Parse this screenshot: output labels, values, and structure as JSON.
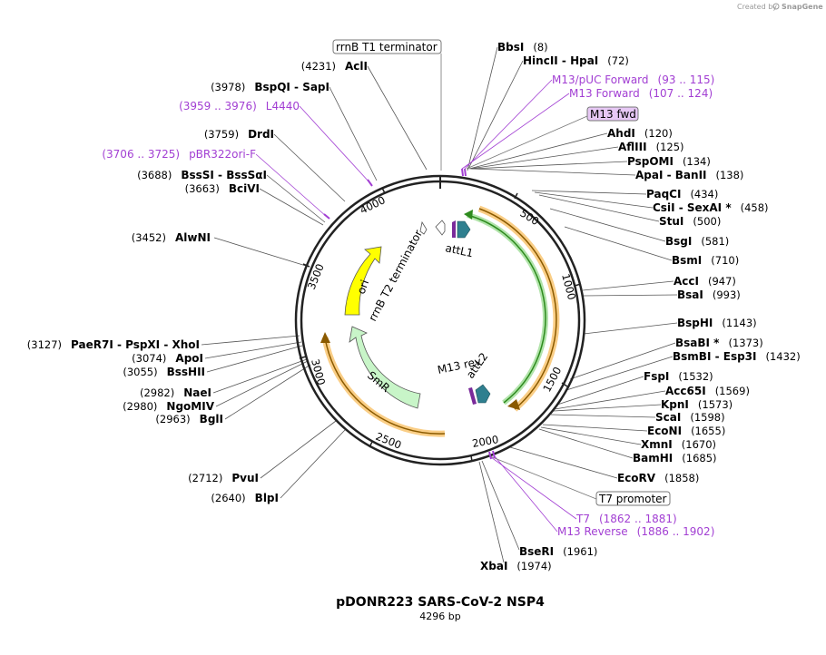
{
  "header": {
    "credit_prefix": "Created by",
    "credit_brand": "SnapGene"
  },
  "plasmid": {
    "name": "pDONR223 SARS-CoV-2 NSP4",
    "length_label": "4296 bp"
  },
  "ticks": [
    "500",
    "1000",
    "1500",
    "2000",
    "2500",
    "3000",
    "3500",
    "4000"
  ],
  "features": {
    "rrnb_t2": "rrnB T2 terminator",
    "ori": "ori",
    "smr": "SmR",
    "attl1": "attL1",
    "attl2": "attL2",
    "m13rev": "M13 rev"
  },
  "boxed": {
    "rrnb_t1": "rrnB T1 terminator",
    "m13_fwd": "M13 fwd",
    "t7_promoter": "T7 promoter"
  },
  "labels": [
    {
      "id": "bbsi",
      "t": "enzyme",
      "name": "BbsI",
      "pos": "(8)"
    },
    {
      "id": "hincii",
      "t": "enzyme",
      "name": "HincII  -  HpaI",
      "pos": "(72)"
    },
    {
      "id": "m13puc",
      "t": "primer",
      "name": "M13/pUC Forward",
      "pos": "(93 .. 115)"
    },
    {
      "id": "m13f",
      "t": "primer",
      "name": "M13 Forward",
      "pos": "(107 .. 124)"
    },
    {
      "id": "ahdi",
      "t": "enzyme",
      "name": "AhdI",
      "pos": "(120)"
    },
    {
      "id": "aflii",
      "t": "enzyme",
      "name": "AflIII",
      "pos": "(125)"
    },
    {
      "id": "pspomi",
      "t": "enzyme",
      "name": "PspOMI",
      "pos": "(134)"
    },
    {
      "id": "apai",
      "t": "enzyme",
      "name": "ApaI  -  BanII",
      "pos": "(138)"
    },
    {
      "id": "paqci",
      "t": "enzyme",
      "name": "PaqCI",
      "pos": "(434)"
    },
    {
      "id": "csii",
      "t": "enzyme",
      "name": "CsiI  -  SexAI *",
      "pos": "(458)"
    },
    {
      "id": "stui",
      "t": "enzyme",
      "name": "StuI",
      "pos": "(500)"
    },
    {
      "id": "bsgi",
      "t": "enzyme",
      "name": "BsgI",
      "pos": "(581)"
    },
    {
      "id": "bsmi",
      "t": "enzyme",
      "name": "BsmI",
      "pos": "(710)"
    },
    {
      "id": "acci",
      "t": "enzyme",
      "name": "AccI",
      "pos": "(947)"
    },
    {
      "id": "bsai",
      "t": "enzyme",
      "name": "BsaI",
      "pos": "(993)"
    },
    {
      "id": "bsphi",
      "t": "enzyme",
      "name": "BspHI",
      "pos": "(1143)"
    },
    {
      "id": "bsabi",
      "t": "enzyme",
      "name": "BsaBI *",
      "pos": "(1373)"
    },
    {
      "id": "bsmbi",
      "t": "enzyme",
      "name": "BsmBI  -  Esp3I",
      "pos": "(1432)"
    },
    {
      "id": "fspi",
      "t": "enzyme",
      "name": "FspI",
      "pos": "(1532)"
    },
    {
      "id": "acc65i",
      "t": "enzyme",
      "name": "Acc65I",
      "pos": "(1569)"
    },
    {
      "id": "kpni",
      "t": "enzyme",
      "name": "KpnI",
      "pos": "(1573)"
    },
    {
      "id": "scai",
      "t": "enzyme",
      "name": "ScaI",
      "pos": "(1598)"
    },
    {
      "id": "econi",
      "t": "enzyme",
      "name": "EcoNI",
      "pos": "(1655)"
    },
    {
      "id": "xmni",
      "t": "enzyme",
      "name": "XmnI",
      "pos": "(1670)"
    },
    {
      "id": "bamhi",
      "t": "enzyme",
      "name": "BamHI",
      "pos": "(1685)"
    },
    {
      "id": "ecorv",
      "t": "enzyme",
      "name": "EcoRV",
      "pos": "(1858)"
    },
    {
      "id": "t7",
      "t": "primer",
      "name": "T7",
      "pos": "(1862 .. 1881)"
    },
    {
      "id": "m13r",
      "t": "primer",
      "name": "M13 Reverse",
      "pos": "(1886 .. 1902)"
    },
    {
      "id": "bseri",
      "t": "enzyme",
      "name": "BseRI",
      "pos": "(1961)"
    },
    {
      "id": "xbai",
      "t": "enzyme",
      "name": "XbaI",
      "pos": "(1974)"
    },
    {
      "id": "acli",
      "t": "enzyme",
      "name": "AclI",
      "pos": "(4231)"
    },
    {
      "id": "bspqi",
      "t": "enzyme",
      "name": "BspQI  -  SapI",
      "pos": "(3978)"
    },
    {
      "id": "l4440",
      "t": "primer",
      "name": "L4440",
      "pos": "(3959 .. 3976)"
    },
    {
      "id": "drdi",
      "t": "enzyme",
      "name": "DrdI",
      "pos": "(3759)"
    },
    {
      "id": "pbr322",
      "t": "primer",
      "name": "pBR322ori-F",
      "pos": "(3706 .. 3725)"
    },
    {
      "id": "bsssi",
      "t": "enzyme",
      "name": "BssSI  -  BssSαI",
      "pos": "(3688)"
    },
    {
      "id": "bcivi",
      "t": "enzyme",
      "name": "BciVI",
      "pos": "(3663)"
    },
    {
      "id": "alwni",
      "t": "enzyme",
      "name": "AlwNI",
      "pos": "(3452)"
    },
    {
      "id": "paer7i",
      "t": "enzyme",
      "name": "PaeR7I  -  PspXI  -  XhoI",
      "pos": "(3127)"
    },
    {
      "id": "apoi",
      "t": "enzyme",
      "name": "ApoI",
      "pos": "(3074)"
    },
    {
      "id": "bsshii",
      "t": "enzyme",
      "name": "BssHII",
      "pos": "(3055)"
    },
    {
      "id": "naei",
      "t": "enzyme",
      "name": "NaeI",
      "pos": "(2982)"
    },
    {
      "id": "ngomiv",
      "t": "enzyme",
      "name": "NgoMIV",
      "pos": "(2980)"
    },
    {
      "id": "bgli",
      "t": "enzyme",
      "name": "BglI",
      "pos": "(2963)"
    },
    {
      "id": "pvui",
      "t": "enzyme",
      "name": "PvuI",
      "pos": "(2712)"
    },
    {
      "id": "blpi",
      "t": "enzyme",
      "name": "BlpI",
      "pos": "(2640)"
    }
  ],
  "colors": {
    "primer": "#a23fd3",
    "orange_feature": "#f5a623",
    "green_feature": "#2e8b1e",
    "ori": "#ffff00",
    "smr": "#c8f5c8",
    "att": "#2f7f8f"
  }
}
